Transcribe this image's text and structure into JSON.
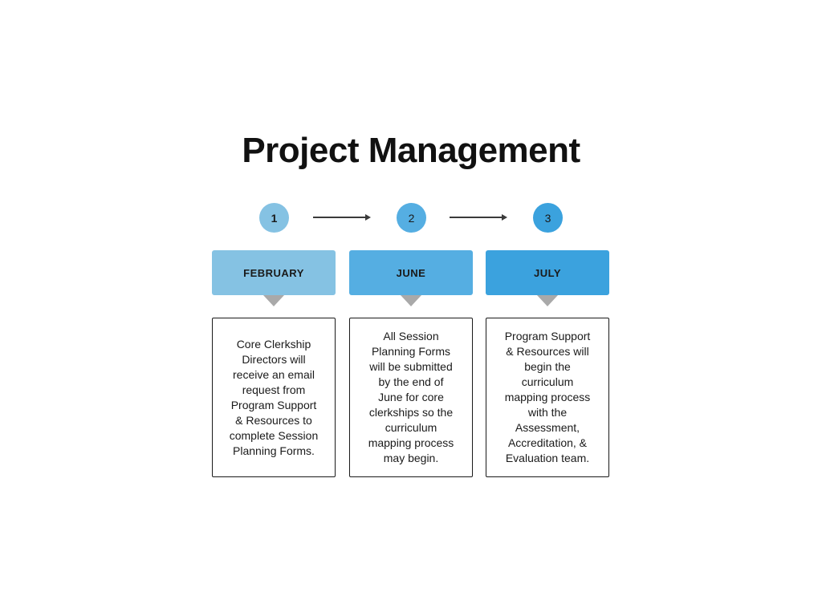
{
  "title": "Project Management",
  "colors": {
    "step1_blue": "#85C2E3",
    "step2_blue": "#55AEE2",
    "step3_blue": "#3BA2DE",
    "pointer_gray": "#A9A9A9",
    "arrow_dark": "#3A3A3A",
    "text_dark": "#1A1A1A"
  },
  "steps": [
    {
      "number": "1",
      "month": "FEBRUARY",
      "description": "Core Clerkship\nDirectors will\nreceive an email\nrequest from\nProgram Support\n& Resources to\ncomplete Session\nPlanning Forms."
    },
    {
      "number": "2",
      "month": "JUNE",
      "description": "All Session\nPlanning Forms\nwill be submitted\nby the end of\nJune for core\nclerkships so the\ncurriculum\nmapping process\nmay begin."
    },
    {
      "number": "3",
      "month": "JULY",
      "description": "Program Support\n& Resources will\nbegin the\ncurriculum\nmapping process\nwith the\nAssessment,\nAccreditation, &\nEvaluation team."
    }
  ]
}
